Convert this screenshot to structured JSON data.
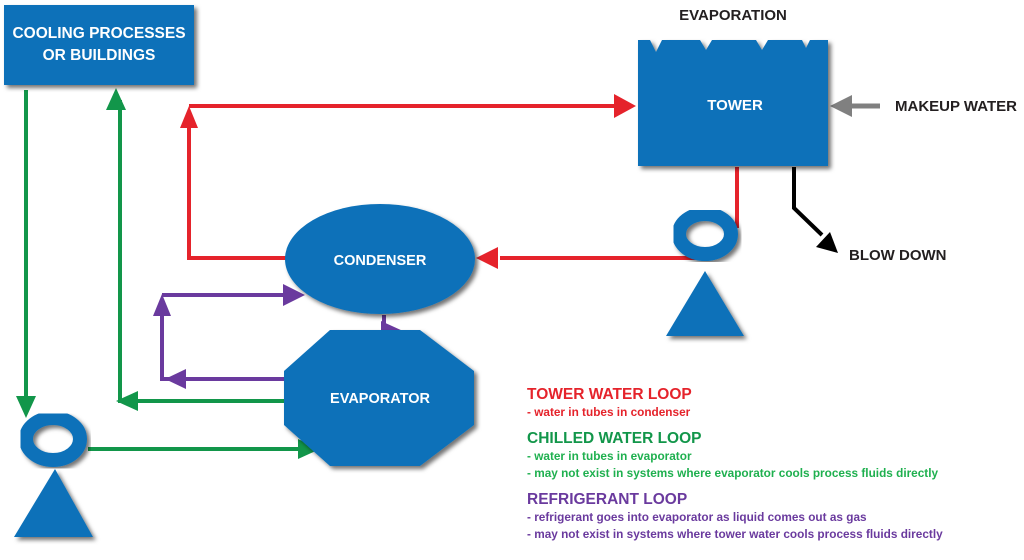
{
  "colors": {
    "node_fill": "#0c71b9",
    "tower_loop": "#e5232b",
    "chilled_loop": "#12964a",
    "chilled_note": "#1fb04f",
    "refrigerant_loop": "#6a3a9e",
    "makeup_arrow": "#808080",
    "blowdown_arrow": "#000000",
    "label_dark": "#231f20"
  },
  "nodes": {
    "cooling_processes": {
      "line1": "COOLING PROCESSES",
      "line2": "OR BUILDINGS"
    },
    "tower": {
      "label": "TOWER"
    },
    "condenser": {
      "label": "CONDENSER"
    },
    "evaporator": {
      "label": "EVAPORATOR"
    }
  },
  "external_labels": {
    "evaporation": "EVAPORATION",
    "makeup_water": "MAKEUP WATER",
    "blow_down": "BLOW DOWN"
  },
  "legend": [
    {
      "title": "TOWER WATER LOOP",
      "color_key": "tower_loop",
      "notes": [
        "- water in tubes in condenser"
      ]
    },
    {
      "title": "CHILLED WATER LOOP",
      "color_key": "chilled_loop",
      "notes": [
        "- water in tubes in evaporator",
        "- may not exist in systems where evaporator cools process fluids directly"
      ]
    },
    {
      "title": "REFRIGERANT LOOP",
      "color_key": "refrigerant_loop",
      "notes": [
        "- refrigerant goes into evaporator as liquid comes out as gas",
        "- may not exist in systems where tower water cools process fluids directly"
      ]
    }
  ]
}
